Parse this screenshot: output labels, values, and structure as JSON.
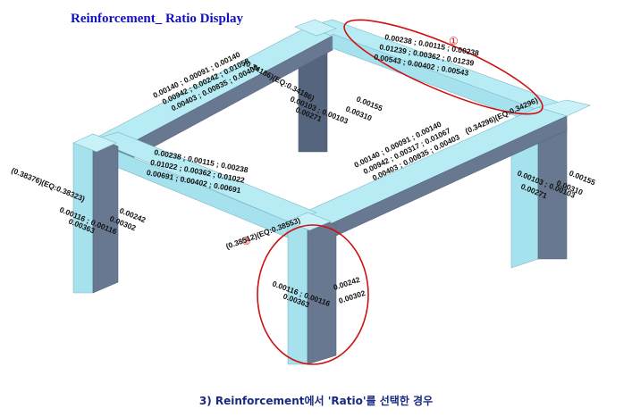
{
  "title": "Reinforcement_ Ratio Display",
  "caption": "3) Reinforcement에서 'Ratio'를 선택한 경우",
  "colors": {
    "member_top": "#b8ecf4",
    "member_light": "#a6e2ee",
    "member_side": "#687890",
    "member_dark": "#56657e",
    "highlight": "#d01010",
    "title": "#1010c0"
  },
  "markers": [
    "①",
    "②"
  ],
  "labels": {
    "beam_back_left": [
      "0.00140 ; 0.00091 ; 0.00140",
      "0.00942 ; 0.00242 ; 0.01058",
      "0.00403 ; 0.00835 ; 0.00403"
    ],
    "beam_back_left_ratio": "(0.34186)(EQ:0.34186)",
    "beam_back_right": [
      "0.00238 ; 0.00115 ; 0.00238",
      "0.01239 ; 0.00362 ; 0.01239",
      "0.00543 ; 0.00402 ; 0.00543"
    ],
    "col_back": [
      "0.00155",
      "0.00103 ; 0.00103",
      "0.00310",
      "0.00271"
    ],
    "beam_front_left": [
      "0.00238 ; 0.00115 ; 0.00238",
      "0.01022 ; 0.00362 ; 0.01022",
      "0.00691 ; 0.00402 ; 0.00691"
    ],
    "col_left_ratio": "(0.38376)(EQ:0.38323)",
    "col_left": [
      "0.00242",
      "0.00116 ; 0.00116",
      "0.00302",
      "0.00363"
    ],
    "beam_front_right": [
      "0.00140 ; 0.00091 ; 0.00140",
      "0.00942 ; 0.00317 ; 0.01067",
      "0.00403 ; 0.00835 ; 0.00403"
    ],
    "beam_front_right_ratio": "(0.34296)(EQ:0.34296)",
    "col_right": [
      "0.00155",
      "0.00103 ; 0.00103",
      "0.00310",
      "0.00271"
    ],
    "col_front_ratio": "(0.38512)(EQ:0.38553)",
    "col_front": [
      "0.00242",
      "0.00116 ; 0.00116",
      "0.00302",
      "0.00363"
    ]
  }
}
